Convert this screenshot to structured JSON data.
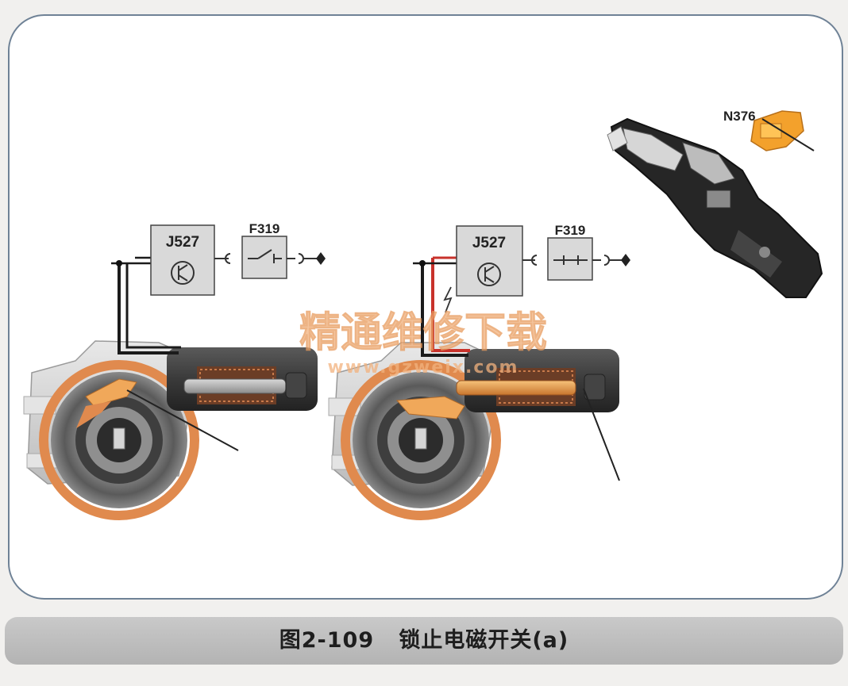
{
  "diagram": {
    "left_panel": {
      "controller_label": "J527",
      "switch_label": "F319"
    },
    "right_panel": {
      "controller_label": "J527",
      "switch_label": "F319"
    },
    "component_label": "N376"
  },
  "watermark": {
    "title": "精通维修下载",
    "url": "www.gzweix.com"
  },
  "caption": "图2-109   锁止电磁开关(a)",
  "colors": {
    "orange": "#e08a4e",
    "wire_active": "#c8322b",
    "frame": "#6f8296",
    "caption_bg": "#bcbcbc"
  },
  "icons": [
    "transistor-icon",
    "switch-contact-icon",
    "ground-terminal-icon",
    "lightning-icon"
  ]
}
